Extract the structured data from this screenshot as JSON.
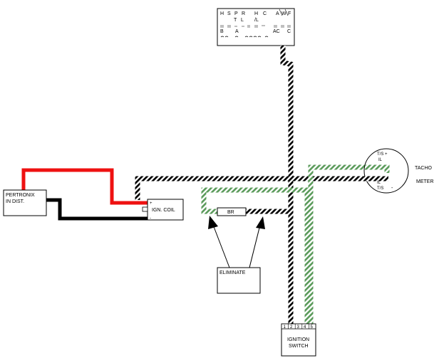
{
  "components": {
    "pertronix": {
      "line1": "PERTRONIX",
      "line2": "IN DIST."
    },
    "ign_coil": {
      "label": "IGN. COIL",
      "plus": "+",
      "minus": "-"
    },
    "br": {
      "label": "BR"
    },
    "eliminate": {
      "label": "ELIMINATE"
    },
    "ignition_switch": {
      "line1": "IGNITION",
      "line2": "SWITCH",
      "terminals": [
        "1",
        "2",
        "3",
        "4",
        "5"
      ]
    },
    "tacho": {
      "line1": "TACHO",
      "line2": "METER",
      "ts_top": "T/S +",
      "il_top": "IL",
      "il_bot": "IL",
      "ts_bot": "T/S",
      "minus": "-"
    },
    "connector": {
      "row1": [
        "H",
        "S",
        "P",
        "R",
        "H",
        "C",
        "A",
        "W",
        "F"
      ],
      "row2": [
        "T",
        "L",
        "/L"
      ],
      "row4": [
        "B",
        "A",
        "AC",
        "C"
      ]
    }
  },
  "wire_colors": {
    "red": "#ee1111",
    "black": "#000000",
    "green": "#5a9a5a",
    "striped_dark": "#000000"
  }
}
